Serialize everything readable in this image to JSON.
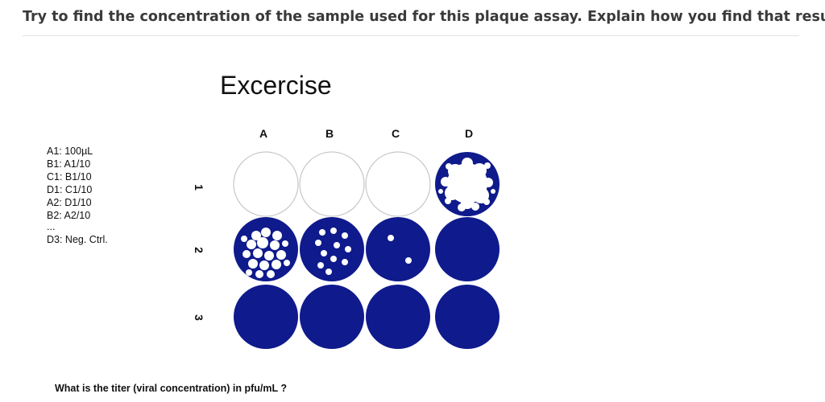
{
  "question": "Try to find the concentration of the sample used for this plaque assay. Explain how you find that result.",
  "figure_title": "Excercise",
  "legend": {
    "lines": [
      "A1: 100µL",
      "B1: A1/10",
      "C1: B1/10",
      "D1: C1/10",
      "A2: D1/10",
      "B2: A2/10"
    ],
    "ellipsis": "...",
    "negative_control": "D3: Neg. Ctrl."
  },
  "columns": [
    "A",
    "B",
    "C",
    "D"
  ],
  "rows": [
    "1",
    "2",
    "3"
  ],
  "well_color": "#0f1a8c",
  "wells": [
    {
      "id": "A1",
      "state": "clear"
    },
    {
      "id": "B1",
      "state": "clear"
    },
    {
      "id": "C1",
      "state": "clear"
    },
    {
      "id": "D1",
      "state": "near-confluent"
    },
    {
      "id": "A2",
      "state": "many plaques"
    },
    {
      "id": "B2",
      "state": "11 plaques"
    },
    {
      "id": "C2",
      "state": "2 plaques"
    },
    {
      "id": "D2",
      "state": "no plaques"
    },
    {
      "id": "A3",
      "state": "no plaques"
    },
    {
      "id": "B3",
      "state": "no plaques"
    },
    {
      "id": "C3",
      "state": "no plaques"
    },
    {
      "id": "D3",
      "state": "no plaques"
    }
  ],
  "titer_question": "What is the titer (viral concentration) in pfu/mL ?"
}
